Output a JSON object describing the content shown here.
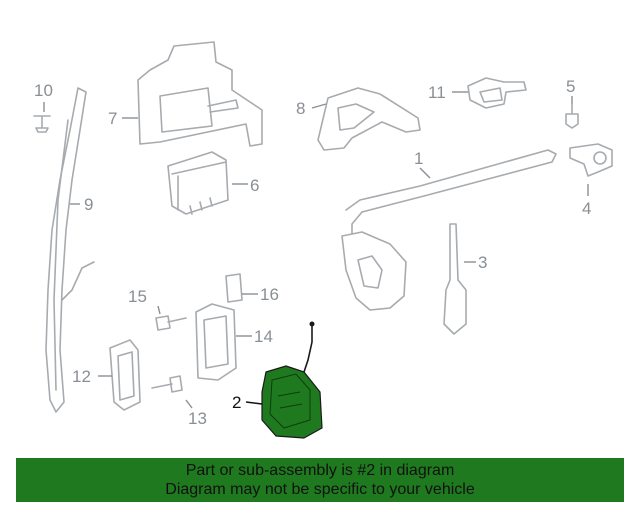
{
  "diagram": {
    "callouts": [
      {
        "id": "1",
        "label": "1"
      },
      {
        "id": "2",
        "label": "2"
      },
      {
        "id": "3",
        "label": "3"
      },
      {
        "id": "4",
        "label": "4"
      },
      {
        "id": "5",
        "label": "5"
      },
      {
        "id": "6",
        "label": "6"
      },
      {
        "id": "7",
        "label": "7"
      },
      {
        "id": "8",
        "label": "8"
      },
      {
        "id": "9",
        "label": "9"
      },
      {
        "id": "10",
        "label": "10"
      },
      {
        "id": "11",
        "label": "11"
      },
      {
        "id": "12",
        "label": "12"
      },
      {
        "id": "13",
        "label": "13"
      },
      {
        "id": "14",
        "label": "14"
      },
      {
        "id": "15",
        "label": "15"
      },
      {
        "id": "16",
        "label": "16"
      }
    ],
    "highlighted_part": "2",
    "highlight_color": "#1f7a1f",
    "line_color": "#a7abaf"
  },
  "banner": {
    "line1": "Part or sub-assembly is #2 in diagram",
    "line2": "Diagram may not be specific to your vehicle",
    "background": "#1f7a1f"
  }
}
